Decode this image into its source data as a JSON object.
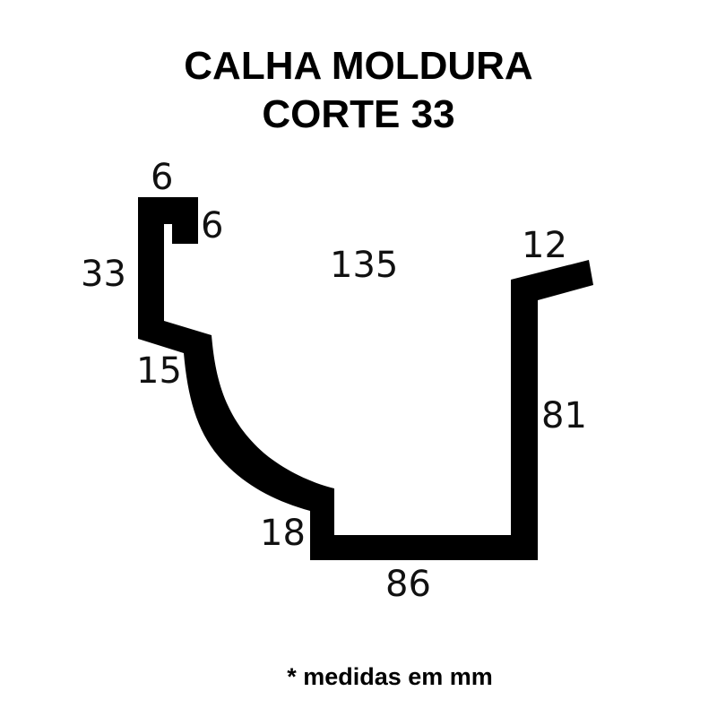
{
  "title": {
    "line1": "CALHA MOLDURA",
    "line2": "CORTE 33"
  },
  "profile": {
    "fill_color": "#000000",
    "description": "gutter cross-section profile"
  },
  "dimensions": {
    "top_hook_width": "6",
    "top_hook_drop": "6",
    "left_height": "33",
    "opening_width": "135",
    "right_lip": "12",
    "slope_segment": "15",
    "right_height": "81",
    "bottom_step": "18",
    "bottom_width": "86"
  },
  "note": "* medidas em mm"
}
